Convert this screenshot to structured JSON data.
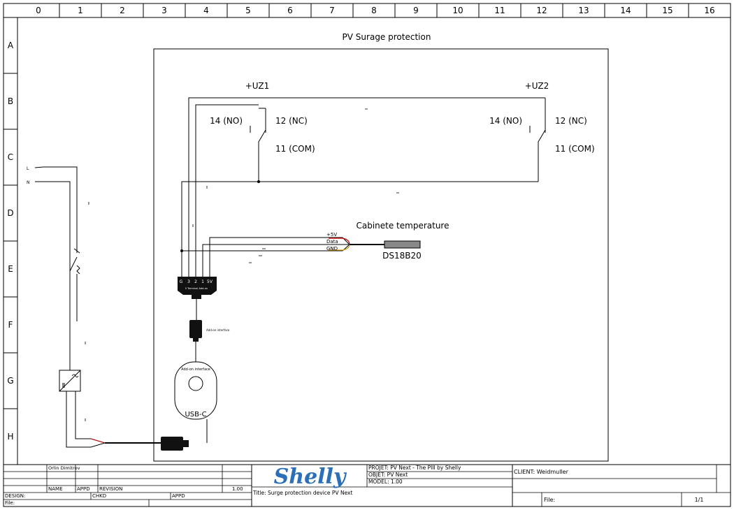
{
  "frame": {
    "columns": [
      "0",
      "1",
      "2",
      "3",
      "4",
      "5",
      "6",
      "7",
      "8",
      "9",
      "10",
      "11",
      "12",
      "13",
      "14",
      "15",
      "16"
    ],
    "rows": [
      "A",
      "B",
      "C",
      "D",
      "E",
      "F",
      "G",
      "H"
    ]
  },
  "diagram": {
    "title": "PV Surage protection",
    "relay1": {
      "label": "+UZ1",
      "no": "14 (NO)",
      "nc": "12 (NC)",
      "com": "11 (COM)"
    },
    "relay2": {
      "label": "+UZ2",
      "no": "14 (NO)",
      "nc": "12 (NC)",
      "com": "11 (COM)"
    },
    "power": {
      "l": "L",
      "n": "N"
    },
    "sensor": {
      "heading": "Cabinete temperature",
      "name": "DS18B20",
      "pin_5v": "+5V",
      "pin_data": "Data",
      "pin_gnd": "GND"
    },
    "terminal": {
      "pins": [
        "G",
        "3",
        "2",
        "1",
        "5V"
      ],
      "caption": "5 Terminal Add-on"
    },
    "addon": {
      "label": "Add-on interface",
      "caption": "Add-on interface",
      "usb": "USB-C"
    }
  },
  "title_block": {
    "designer": "Orlin Dimitrov",
    "name_label": "NAME",
    "appd_label": "APPD",
    "revision_label": "REVISION",
    "revision": "1.00",
    "design_label": "DESIGN:",
    "chkd_label": "CHKD",
    "appd2_label": "APPD",
    "file_label": "File:",
    "logo": "Shelly",
    "projet": "PROJET: PV Next - The PIII by Shelly",
    "objet": "OBJET: PV Next",
    "model": "MODEL: 1.00",
    "title": "Title: Surge protection device PV Next",
    "client": "CLIENT: Weidmuller",
    "file2_label": "File:",
    "sheet": "1/1"
  },
  "colors": {
    "data_wire": "#cc0000",
    "gnd_wire": "#d4a000",
    "logo": "#2a6fb8",
    "sensor_body": "#888888"
  }
}
